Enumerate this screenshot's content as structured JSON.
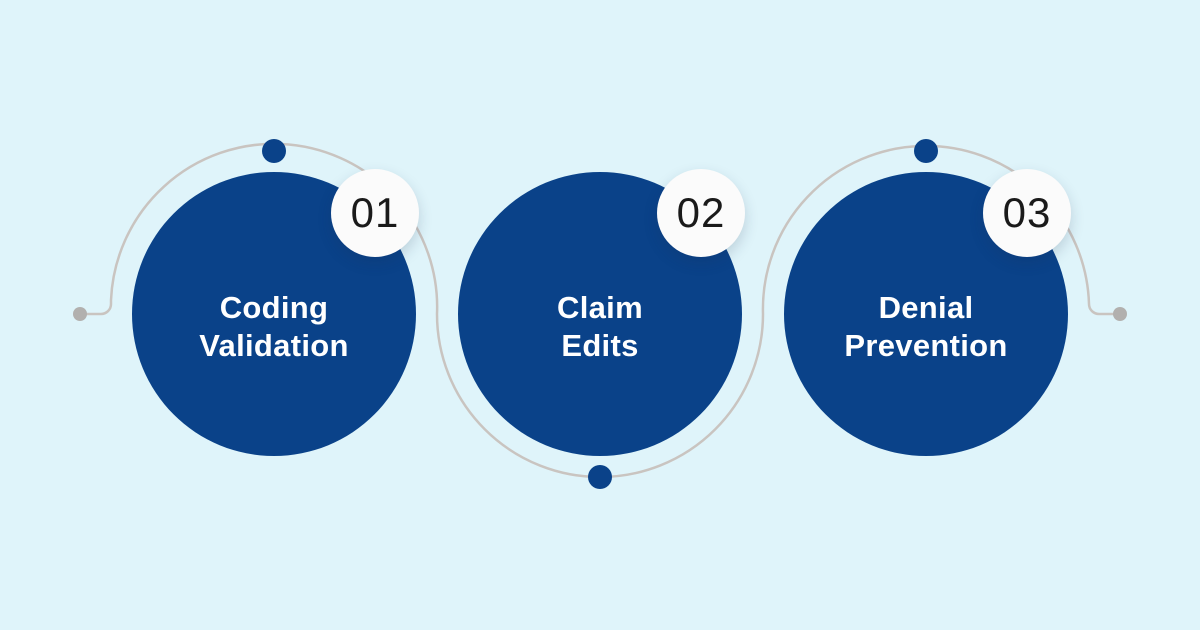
{
  "diagram": {
    "type": "process-infographic",
    "step_count": 3
  },
  "steps": [
    {
      "number": "01",
      "lines": [
        "Coding",
        "Validation"
      ]
    },
    {
      "number": "02",
      "lines": [
        "Claim",
        "Edits"
      ]
    },
    {
      "number": "03",
      "lines": [
        "Denial",
        "Prevention"
      ]
    }
  ],
  "colors": {
    "background": "#dff4fa",
    "circle_fill": "#0a4289",
    "circle_text": "#ffffff",
    "badge_fill": "#fbfbfb",
    "badge_text": "#1a1a1a",
    "line": "#c9c4c0",
    "node_dot": "#0a4289",
    "end_dot": "#b2b0ae"
  }
}
